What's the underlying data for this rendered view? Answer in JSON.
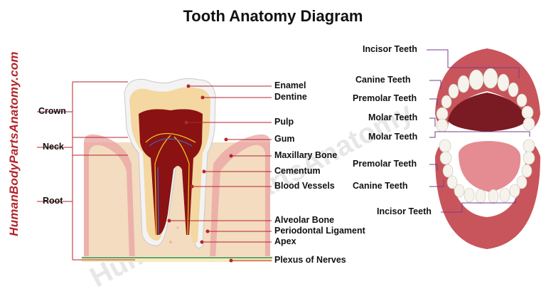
{
  "title": "Tooth Anatomy Diagram",
  "brand": "HumanBodyPartsAnatomy.com",
  "watermark": "HumanBodyPartsAnatomy",
  "left_labels": {
    "crown": "Crown",
    "neck": "Neck",
    "root": "Root"
  },
  "tooth_labels": {
    "enamel": "Enamel",
    "dentine": "Dentine",
    "pulp": "Pulp",
    "gum": "Gum",
    "maxillary_bone": "Maxillary Bone",
    "cementum": "Cementum",
    "blood_vessels": "Blood Vessels",
    "alveolar_bone": "Alveolar Bone",
    "periodontal_ligament": "Periodontal Ligament",
    "apex": "Apex",
    "plexus_of_nerves": "Plexus of Nerves"
  },
  "mouth_labels": {
    "incisor_upper": "Incisor Teeth",
    "canine_upper": "Canine Teeth",
    "premolar_upper": "Premolar Teeth",
    "molar_upper": "Molar Teeth",
    "molar_lower": "Molar Teeth",
    "premolar_lower": "Premolar Teeth",
    "canine_lower": "Canine Teeth",
    "incisor_lower": "Incisor Teeth"
  },
  "colors": {
    "leader_left": "#b5242b",
    "leader_right": "#7a3b8f",
    "pulp": "#8a1212",
    "enamel": "#f3f3f3",
    "dentine": "#f4d7a1",
    "bone": "#f3dcc0",
    "gum": "#e9a3a3"
  }
}
